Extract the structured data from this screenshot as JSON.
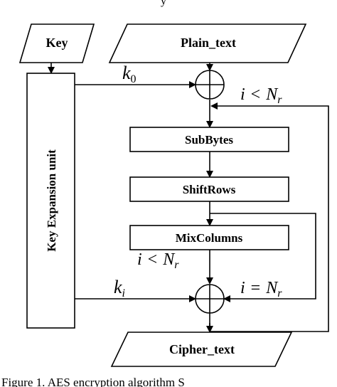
{
  "top_text": "y",
  "nodes": {
    "key": "Key",
    "plain_text": "Plain_text",
    "key_expansion": "Key Expansion unit",
    "subbytes": "SubBytes",
    "shiftrows": "ShiftRows",
    "mixcolumns": "MixColumns",
    "cipher_text": "Cipher_text"
  },
  "labels": {
    "k0_base": "k",
    "k0_sub": "0",
    "ki_base": "k",
    "ki_sub": "i",
    "loop_top": {
      "var": "i",
      "op": "<",
      "bound_base": "N",
      "bound_sub": "r"
    },
    "loop_mid": {
      "var": "i",
      "op": "<",
      "bound_base": "N",
      "bound_sub": "r"
    },
    "loop_final": {
      "var": "i",
      "op": "=",
      "bound_base": "N",
      "bound_sub": "r"
    }
  },
  "caption": "Figure 1. AES encryption algorithm S"
}
